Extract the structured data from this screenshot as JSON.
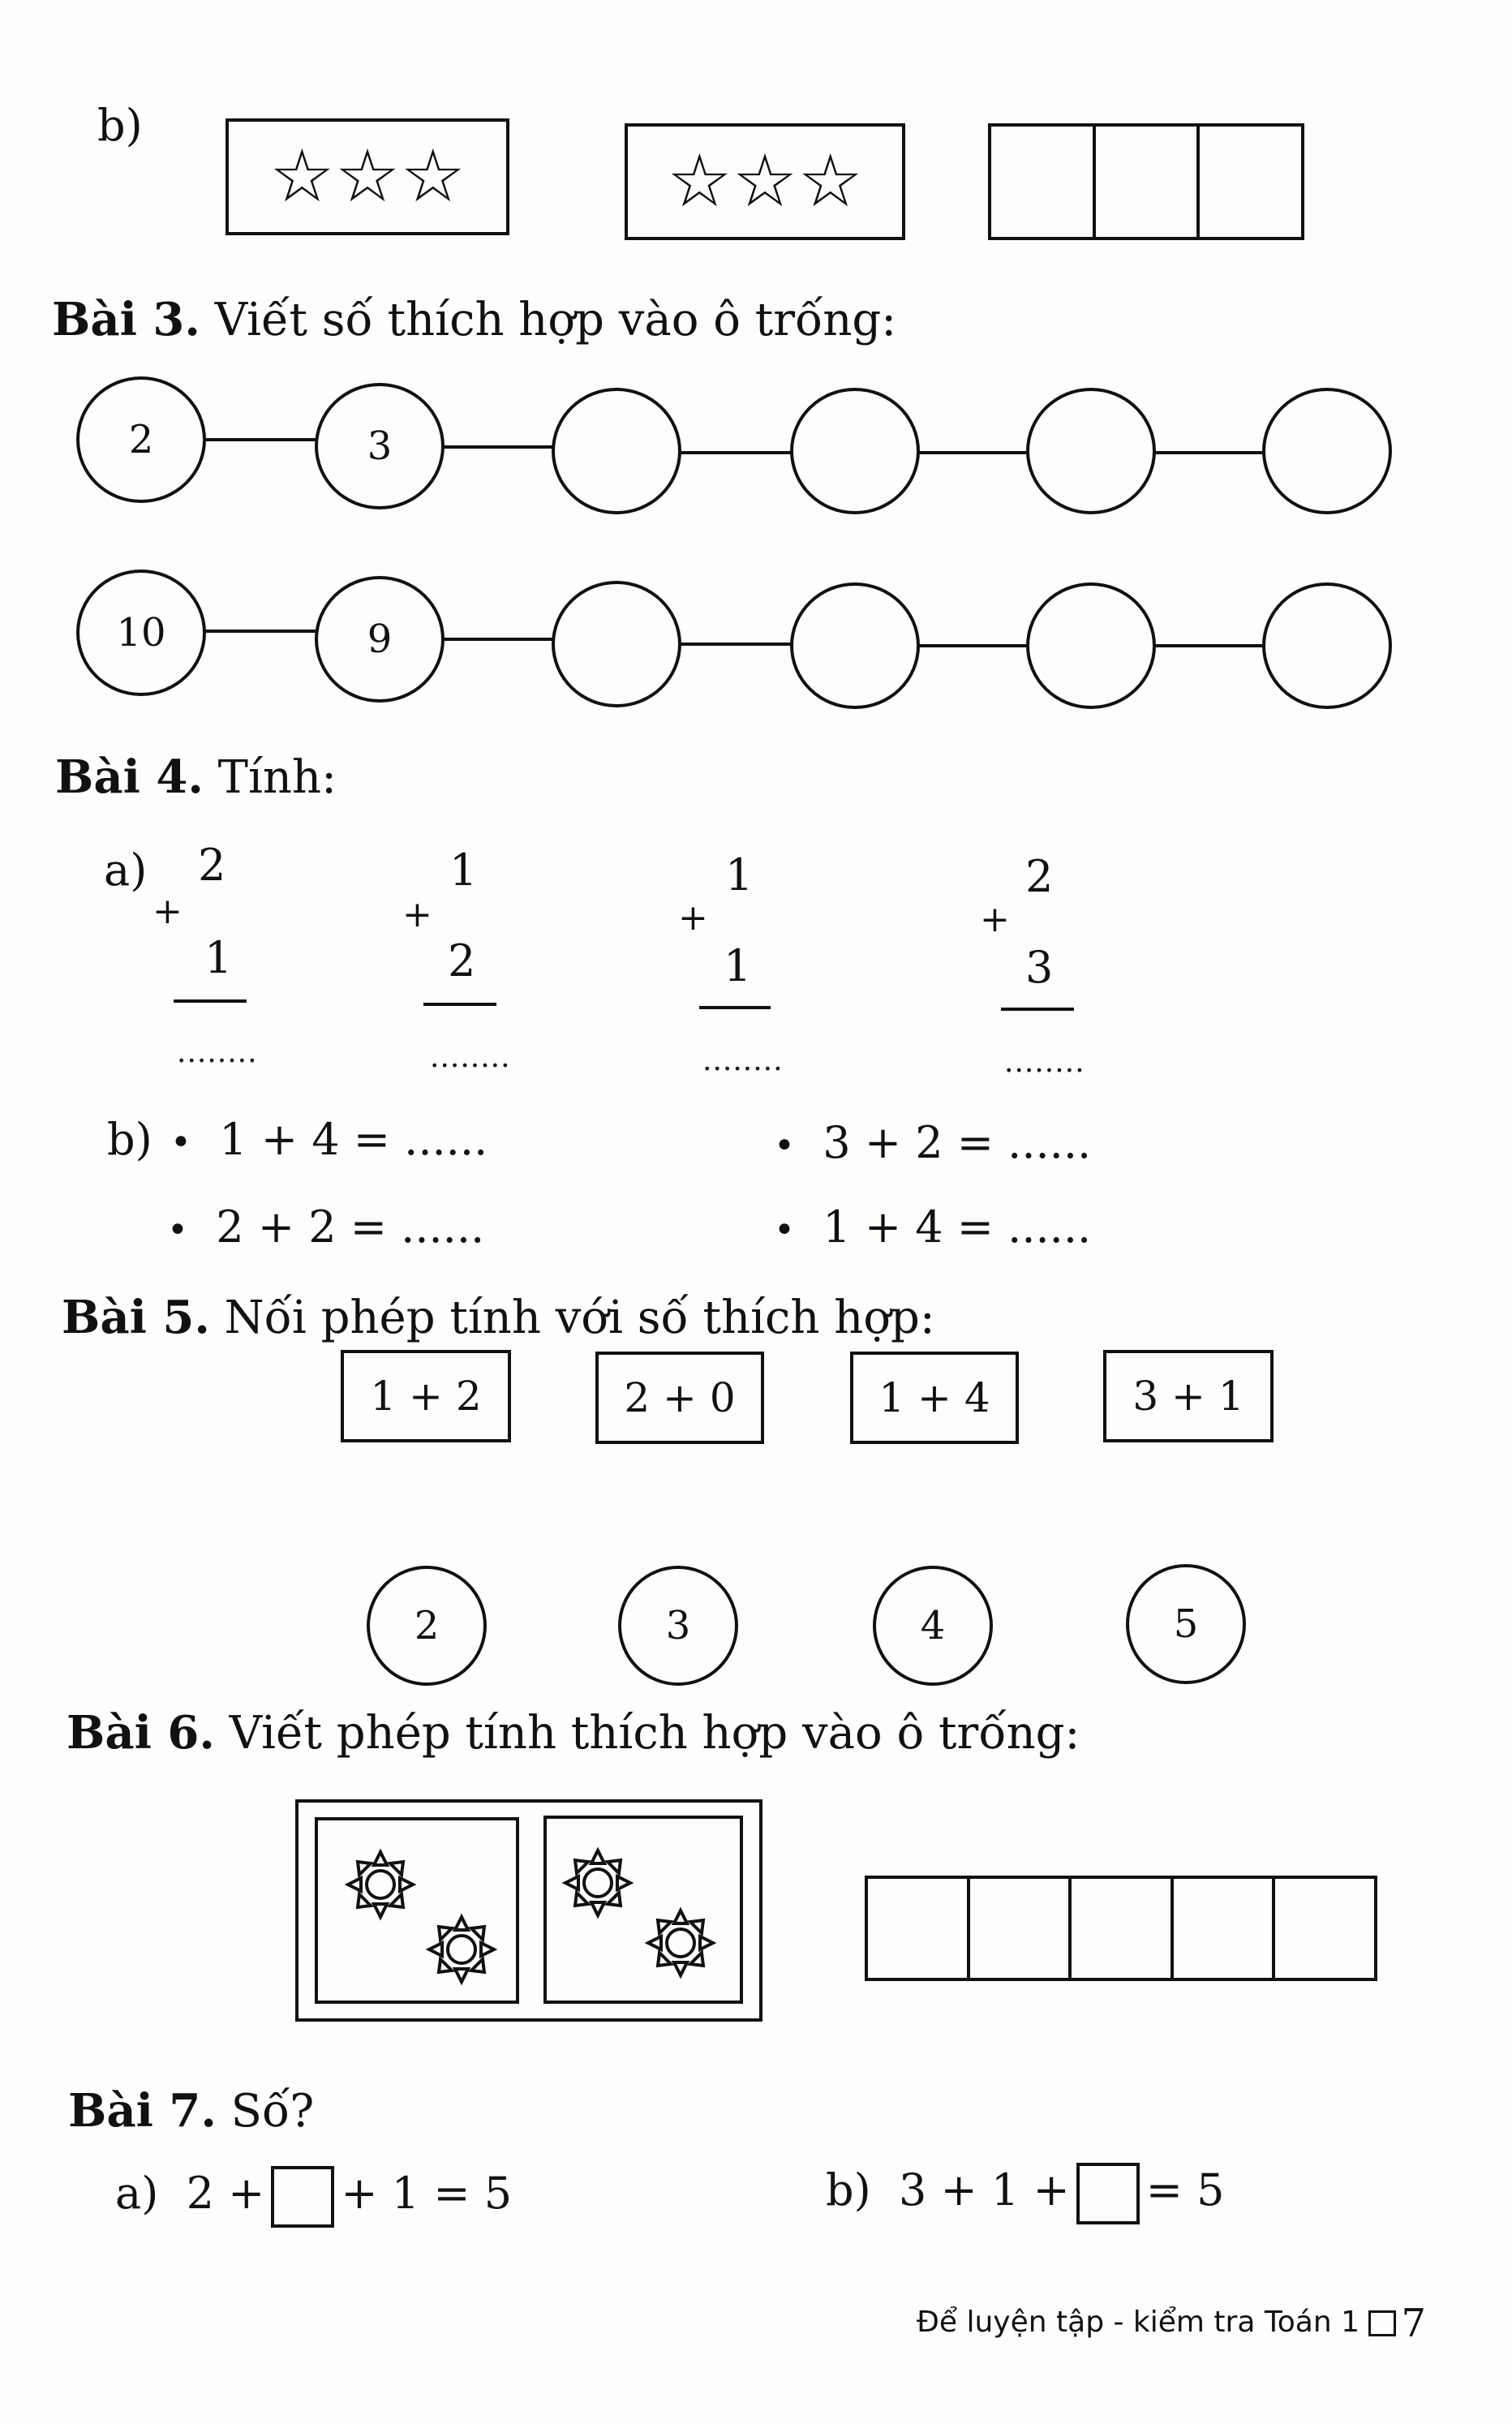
{
  "part_b_label": "b)",
  "stars": "☆☆☆",
  "bai3": {
    "num": "Bài 3.",
    "text": "Viết số thích hợp vào ô trống:",
    "row1": [
      "2",
      "3",
      "",
      "",
      "",
      ""
    ],
    "row2": [
      "10",
      "9",
      "",
      "",
      "",
      ""
    ]
  },
  "bai4": {
    "num": "Bài 4.",
    "text": "Tính:",
    "a_label": "a)",
    "b_label": "b)",
    "plus": "+",
    "columns": [
      {
        "top": "2",
        "bottom": "1"
      },
      {
        "top": "1",
        "bottom": "2"
      },
      {
        "top": "1",
        "bottom": "1"
      },
      {
        "top": "2",
        "bottom": "3"
      }
    ],
    "dots": "........",
    "b_items": [
      "1 + 4 = ......",
      "3 + 2 = ......",
      "2 + 2 = ......",
      "1 + 4 = ......"
    ],
    "bullet": "•"
  },
  "bai5": {
    "num": "Bài 5.",
    "text": "Nối phép tính với số thích hợp:",
    "expressions": [
      "1 + 2",
      "2 + 0",
      "1 + 4",
      "3 + 1"
    ],
    "numbers": [
      "2",
      "3",
      "4",
      "5"
    ]
  },
  "bai6": {
    "num": "Bài 6.",
    "text": "Viết phép tính thích hợp vào ô trống:"
  },
  "bai7": {
    "num": "Bài 7.",
    "text": "Số?",
    "a_label": "a)",
    "a_left": "2 +",
    "a_right": "+ 1 = 5",
    "b_label": "b)",
    "b_left": "3 + 1 +",
    "b_right": "= 5"
  },
  "footer": {
    "text": "Để luyện tập - kiểm tra Toán 1",
    "page": "7"
  }
}
